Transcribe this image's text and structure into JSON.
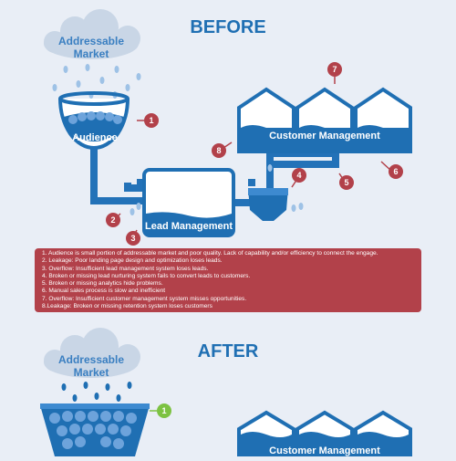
{
  "before": {
    "heading": "BEFORE",
    "cloud_label_line1": "Addressable",
    "cloud_label_line2": "Market",
    "audience_label": "Audience",
    "lead_label": "Lead Management",
    "customer_label": "Customer Management",
    "badges": [
      "1",
      "2",
      "3",
      "4",
      "5",
      "6",
      "7",
      "8"
    ],
    "issues": [
      "1. Audience is small portion of addressable market and poor quality. Lack of capability and/or efficiency to connect the engage.",
      "2. Leakage: Poor landing page design and optimization loses leads.",
      "3. Overflow: Insufficient lead management system loses leads.",
      "4. Broken or missing lead nurturing system fails to convert leads to customers.",
      "5. Broken or missing analytics hide problems.",
      "6. Manual sales process is slow and inefficient",
      "7. Overflow: Insufficient customer management system misses opportunities.",
      "8.Leakage: Broken or missing retention system loses customers"
    ]
  },
  "after": {
    "heading": "AFTER",
    "cloud_label_line1": "Addressable",
    "cloud_label_line2": "Market",
    "badge": "1",
    "customer_label": "Customer Management"
  },
  "colors": {
    "background": "#e9eef6",
    "primary_blue": "#1f6fb3",
    "pipe_blue": "#2372b8",
    "badge_red": "#b2414a",
    "badge_green": "#7cc242",
    "cloud": "#c9d6e6"
  }
}
